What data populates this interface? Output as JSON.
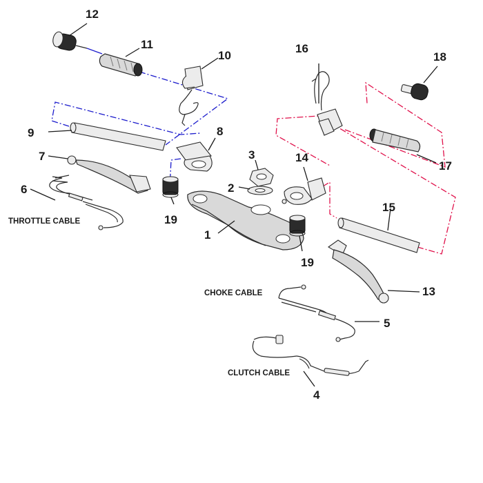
{
  "callouts": {
    "n1": "1",
    "n2": "2",
    "n3": "3",
    "n4": "4",
    "n5": "5",
    "n6": "6",
    "n7": "7",
    "n8": "8",
    "n9": "9",
    "n10": "10",
    "n11": "11",
    "n12": "12",
    "n13": "13",
    "n14": "14",
    "n15": "15",
    "n16": "16",
    "n17": "17",
    "n18": "18",
    "n19a": "19",
    "n19b": "19"
  },
  "labels": {
    "throttle_cable": "THROTTLE CABLE",
    "choke_cable": "CHOKE CABLE",
    "clutch_cable": "CLUTCH CABLE"
  },
  "colors": {
    "left_group_line": "#1a1acc",
    "right_group_line": "#e0104a"
  }
}
